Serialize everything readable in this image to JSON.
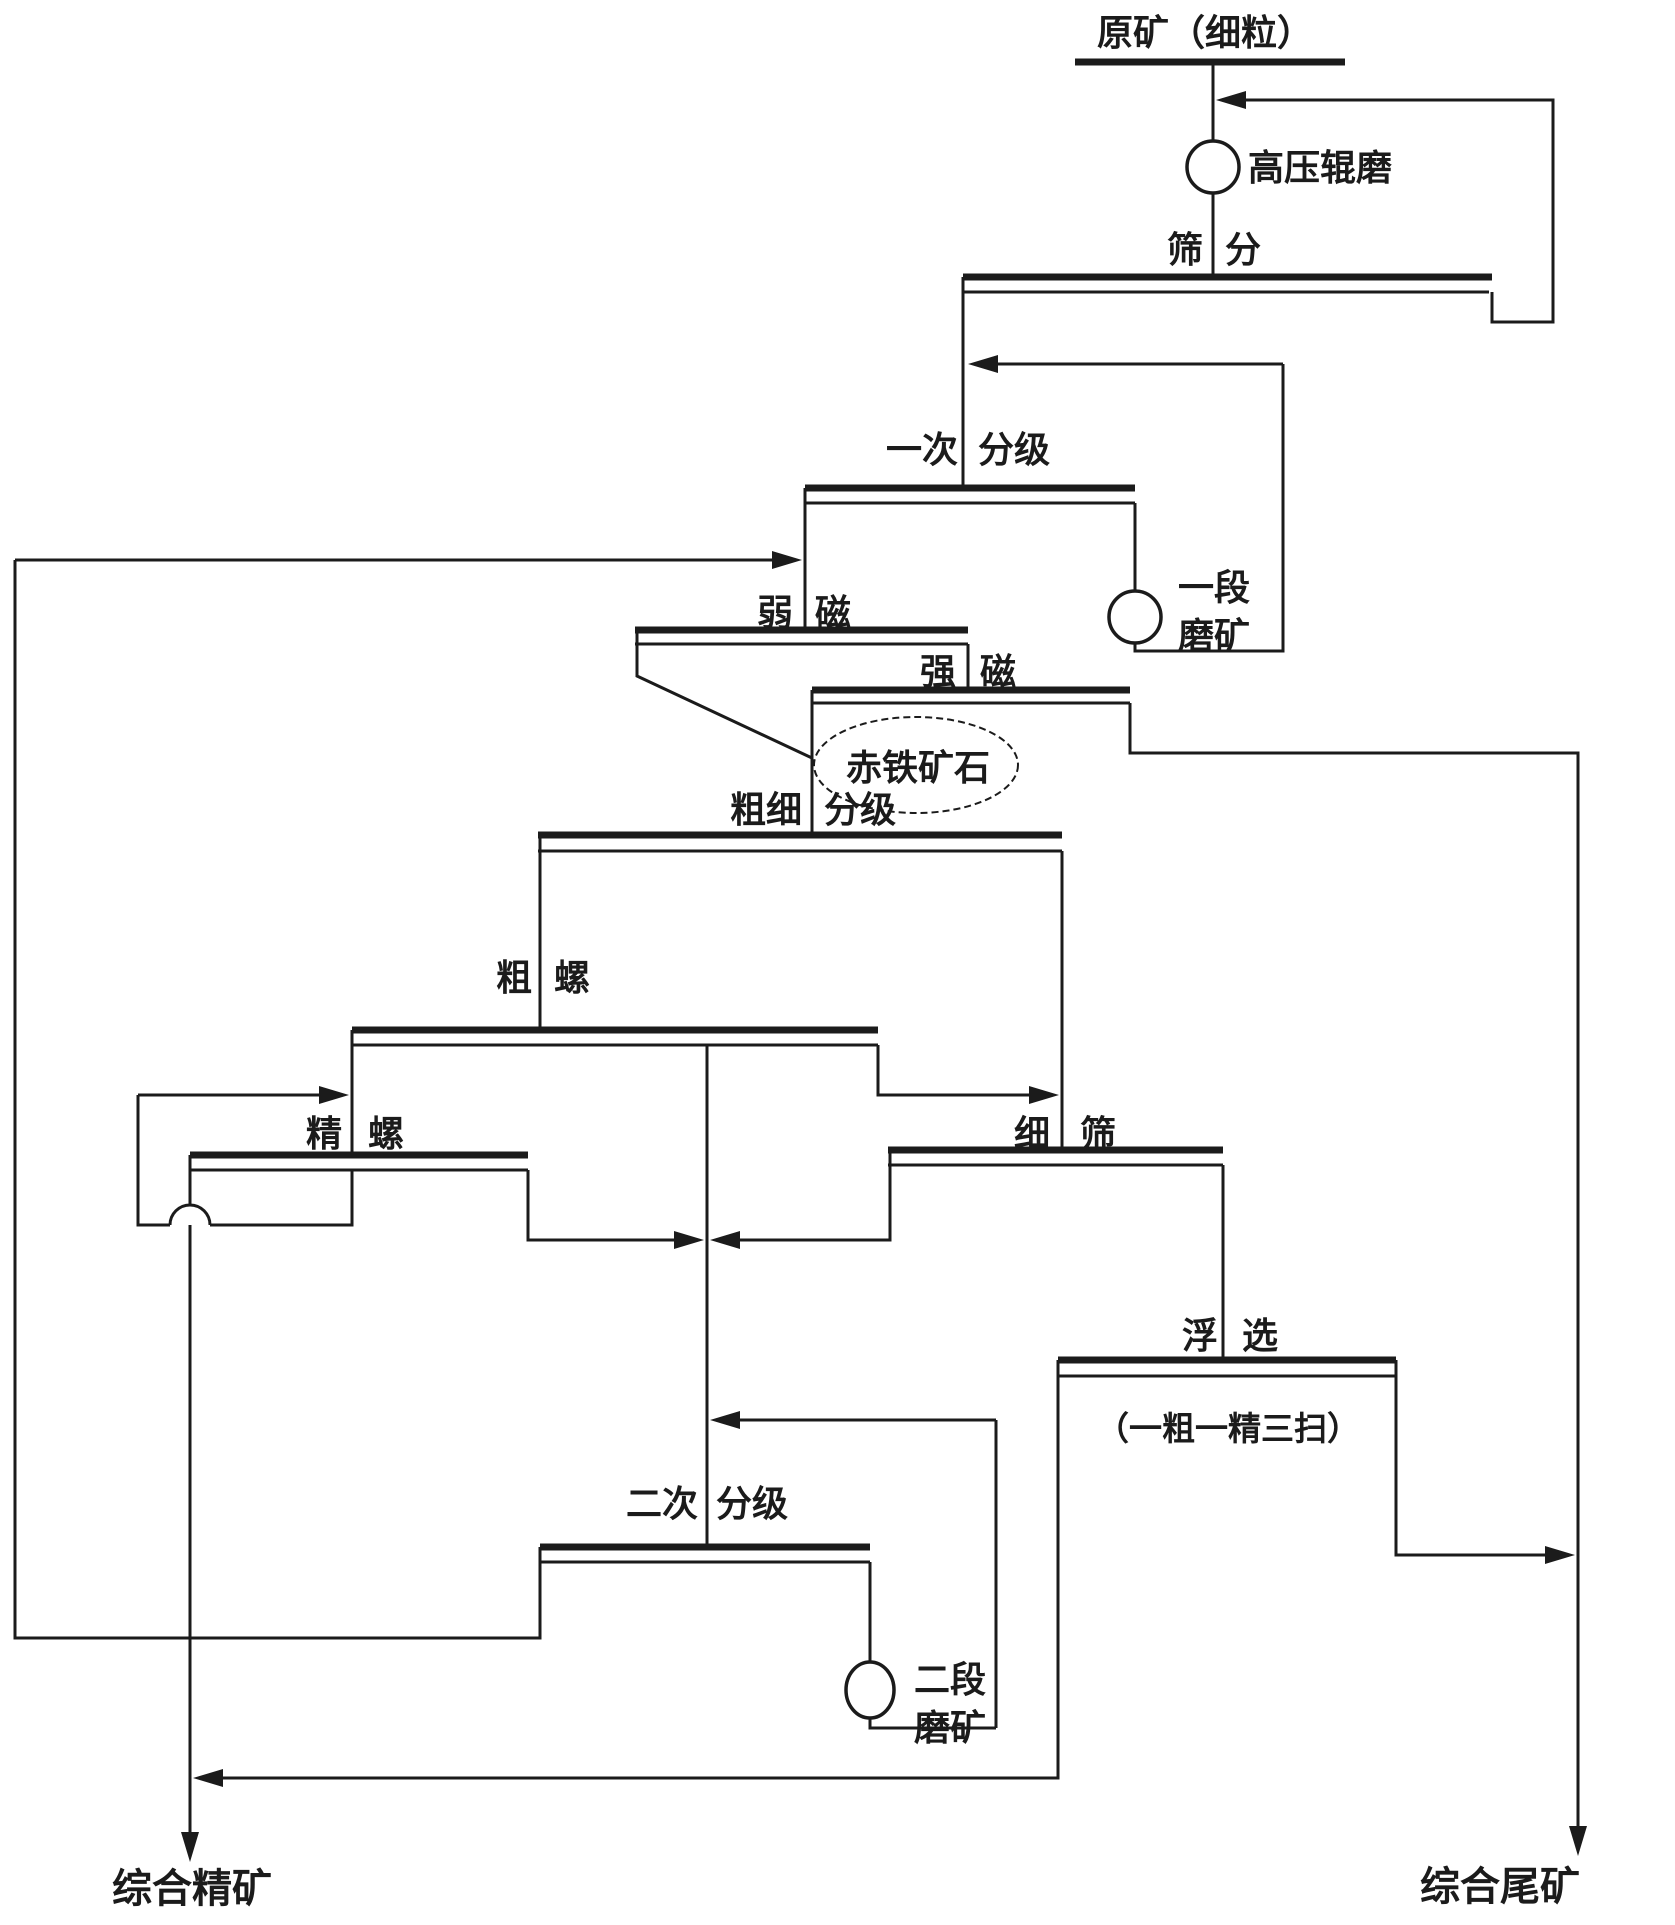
{
  "diagram": {
    "type": "mineral-processing-flowsheet",
    "background_color": "#ffffff",
    "line_color": "#1b1b1b",
    "labels": {
      "raw_ore": "原矿（细粒）",
      "hpgr": "高压辊磨",
      "sieving": {
        "full": "筛分",
        "parts": [
          "筛",
          "分"
        ]
      },
      "primary_classification": {
        "full": "一次分级",
        "parts": [
          "一次",
          "分级"
        ]
      },
      "stage1_grinding": {
        "full": "一段磨矿",
        "parts": [
          "一段",
          "磨矿"
        ]
      },
      "weak_magnetic": {
        "full": "弱磁",
        "parts": [
          "弱",
          "磁"
        ]
      },
      "strong_magnetic": {
        "full": "强磁",
        "parts": [
          "强",
          "磁"
        ]
      },
      "hematite": "赤铁矿石",
      "coarse_fine_classification": {
        "full": "粗细分级",
        "parts": [
          "粗细",
          "分级"
        ]
      },
      "coarse_spiral": {
        "full": "粗螺",
        "parts": [
          "粗",
          "螺"
        ]
      },
      "cleaner_spiral": {
        "full": "精螺",
        "parts": [
          "精",
          "螺"
        ]
      },
      "fine_screen": {
        "full": "细筛",
        "parts": [
          "细",
          "筛"
        ]
      },
      "flotation": {
        "full": "浮选",
        "parts": [
          "浮",
          "选"
        ]
      },
      "flotation_config": "（一粗一精三扫）",
      "secondary_classification": {
        "full": "二次分级",
        "parts": [
          "二次",
          "分级"
        ]
      },
      "stage2_grinding": {
        "full": "二段磨矿",
        "parts": [
          "二段",
          "磨矿"
        ]
      },
      "combined_concentrate": "综合精矿",
      "combined_tailings": "综合尾矿"
    }
  }
}
